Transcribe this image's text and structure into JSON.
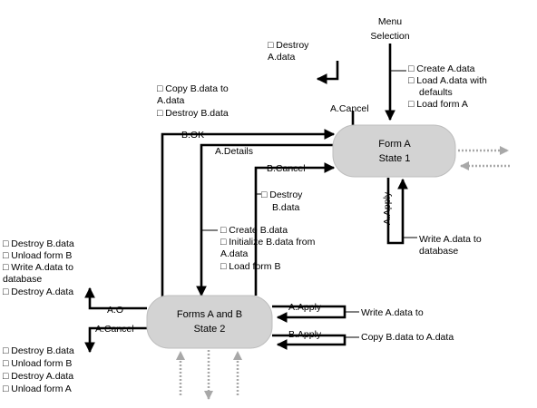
{
  "states": {
    "form_a": {
      "line1": "Form A",
      "line2": "State 1"
    },
    "forms_ab": {
      "line1": "Forms A and B",
      "line2": "State 2"
    }
  },
  "trigger": {
    "line1": "Menu",
    "line2": "Selection"
  },
  "transitions": {
    "a_cancel_top": "A.Cancel",
    "b_ok": "B.OK",
    "a_details": "A.Details",
    "b_cancel": "B.Cancel",
    "a_apply_loop": "A.Apply",
    "a_o": "A.O",
    "a_cancel_left": "A.Cancel",
    "a_apply_right": "A.Apply",
    "b_apply_right": "B.Apply"
  },
  "actions": {
    "destroy_a_top": [
      "□ Destroy",
      "A.data"
    ],
    "menu_actions": [
      "□ Create A.data",
      "□ Load A.data with",
      "defaults",
      "□ Load form A"
    ],
    "b_ok_actions": [
      "□ Copy B.data to",
      "A.data",
      "□ Destroy B.data"
    ],
    "b_cancel_actions": [
      "□ Destroy",
      "B.data"
    ],
    "a_details_actions": [
      "□ Create B.data",
      "□ Initialize B.data from",
      "A.data",
      "□ Load form B"
    ],
    "a_apply_loop_actions": [
      "Write A.data to",
      "database"
    ],
    "a_o_actions": [
      "□ Destroy B.data",
      "□ Unload form B",
      "□ Write A.data to",
      "database",
      "□ Destroy A.data"
    ],
    "a_cancel_left_actions": [
      "□ Destroy B.data",
      "□ Unload form B",
      "□ Destroy A.data",
      "□ Unload form A"
    ],
    "a_apply_right_action": "Write A.data to",
    "b_apply_right_action": "Copy B.data to A.data"
  },
  "colors": {
    "state_fill": "#d3d3d3",
    "line": "#000000",
    "dotted": "#a8a8a8"
  }
}
